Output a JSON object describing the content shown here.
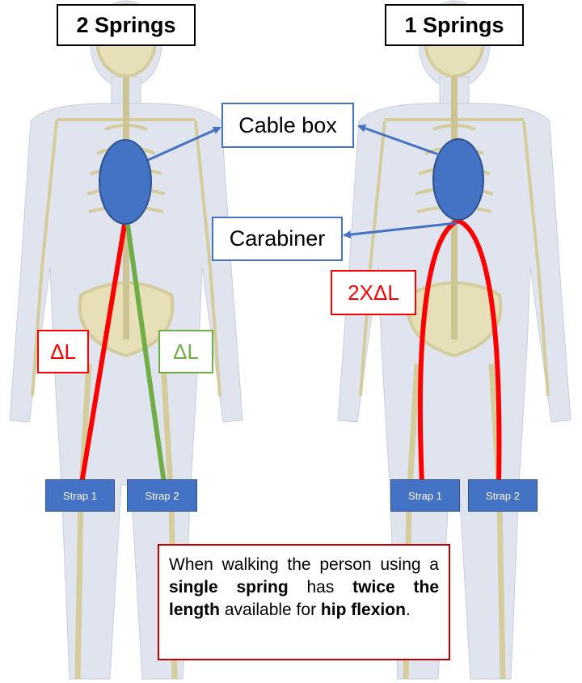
{
  "titles": {
    "left": "2 Springs",
    "right": "1 Springs"
  },
  "labels": {
    "cable_box": "Cable box",
    "carabiner": "Carabiner",
    "delta_left_red": "ΔL",
    "delta_left_green": "ΔL",
    "delta_right": "2XΔL"
  },
  "straps": {
    "strap1": "Strap 1",
    "strap2": "Strap 2"
  },
  "note": {
    "p1": "When walking the person using a ",
    "b1": "single spring",
    "p2": " has ",
    "b2": "twice the length",
    "p3": " available for ",
    "b3": "hip flexion",
    "p4": "."
  },
  "colors": {
    "cable_box_fill": "#4472c4",
    "arrow": "#4472c4",
    "red_spring": "#ff0000",
    "green_spring": "#70ad47",
    "bone": "#e6dfb8",
    "body": "#dfe4ee"
  }
}
